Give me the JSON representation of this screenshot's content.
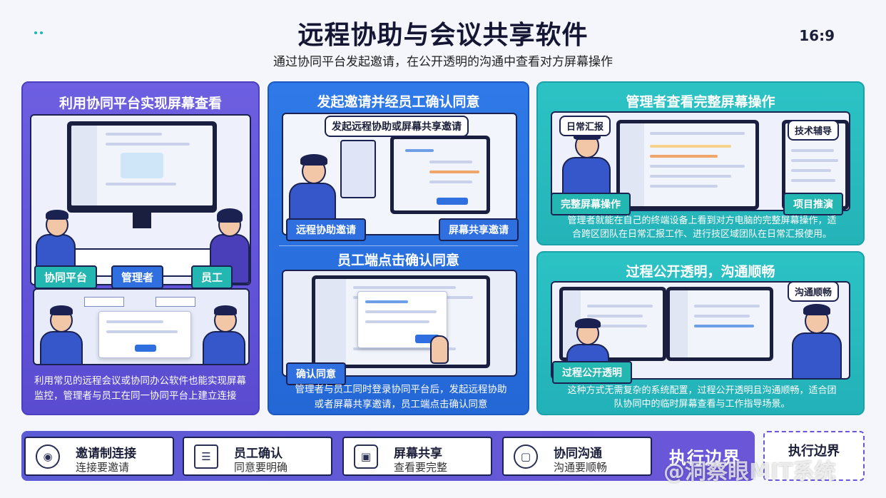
{
  "header": {
    "title": "远程协助与会议共享软件",
    "subtitle": "通过协同平台发起邀请，在公开透明的沟通中查看对方屏幕操作",
    "ratio": "16:9"
  },
  "panel1": {
    "title": "利用协同平台实现屏幕查看",
    "tags": [
      "协同平台",
      "管理者",
      "员工"
    ],
    "description": "利用常见的远程会议或协同办公软件也能实现屏幕监控，管理者与员工在同一协同平台上建立连接"
  },
  "panel2": {
    "title": "发起邀请并经员工确认同意",
    "callout": "发起远程协助或屏幕共享邀请",
    "tag_left": "远程协助邀请",
    "tag_right": "屏幕共享邀请",
    "section2_title": "员工端点击确认同意",
    "tag_confirm": "确认同意",
    "description": "管理者与员工同时登录协同平台后，发起远程协助或者屏幕共享邀请，员工端点击确认同意"
  },
  "panel3": {
    "title": "管理者查看完整屏幕操作",
    "bubble_left": "日常汇报",
    "bubble_right": "技术辅导",
    "tag_left": "完整屏幕操作",
    "tag_right": "项目推演",
    "description": "管理者就能在自己的终端设备上看到对方电脑的完整屏幕操作，适合跨区团队在日常汇报工作、进行技区域团队在日常汇报使用。"
  },
  "panel4": {
    "title": "过程公开透明，沟通顺畅",
    "bubble": "沟通顺畅",
    "tag": "过程公开透明",
    "description": "这种方式无需复杂的系统配置，过程公开透明且沟通顺畅，适合团队协同中的临时屏幕查看与工作指导场景。"
  },
  "bottom": {
    "cards": [
      {
        "title": "邀请制连接",
        "subtitle": "连接要邀请",
        "icon": "location-pin-icon"
      },
      {
        "title": "员工确认",
        "subtitle": "同意要明确",
        "icon": "document-icon"
      },
      {
        "title": "屏幕共享",
        "subtitle": "查看要完整",
        "icon": "screen-icon"
      },
      {
        "title": "协同沟通",
        "subtitle": "沟通要顺畅",
        "icon": "cube-icon"
      }
    ],
    "exec_label": "执行边界",
    "exec_box": "执行边界",
    "watermark": "@洞察眼MIT系统"
  },
  "colors": {
    "purple": "#5a4bd1",
    "blue": "#2f6fe0",
    "teal": "#24b6b0",
    "navy": "#1b2150"
  }
}
